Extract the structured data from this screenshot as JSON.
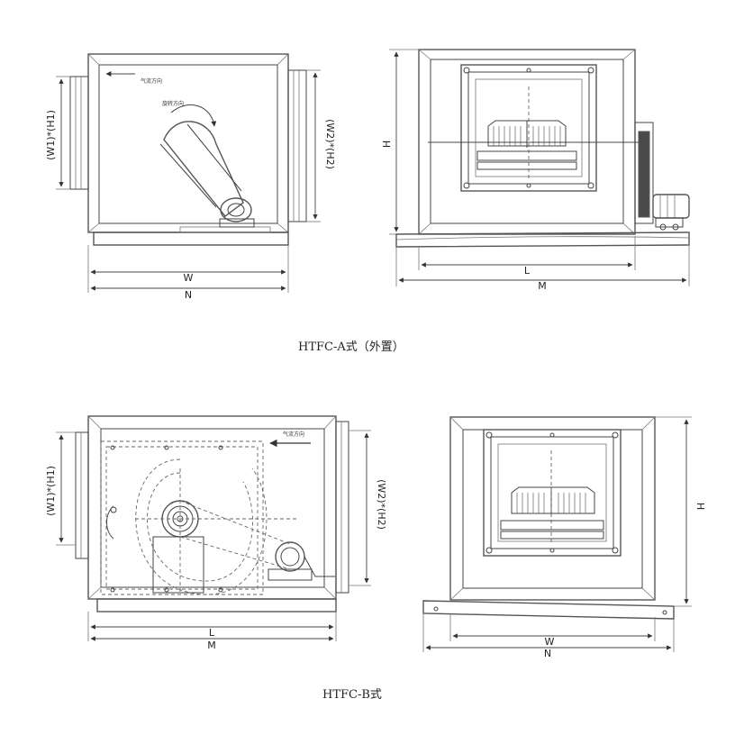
{
  "caption_a": "HTFC-A式（外置）",
  "caption_b": "HTFC-B式",
  "diagram_a_side": {
    "dim_left": "(W1)*(H1)",
    "dim_right": "(W2)*(H2)",
    "dim_bottom_inner": "W",
    "dim_bottom_outer": "N",
    "label_airflow": "气流方向",
    "label_rotation": "旋转方向"
  },
  "diagram_a_front": {
    "dim_height": "H",
    "dim_bottom_inner": "L",
    "dim_bottom_outer": "M"
  },
  "diagram_b_side": {
    "dim_left": "(W1)*(H1)",
    "dim_right": "(W2)*(H2)",
    "dim_bottom_inner": "L",
    "dim_bottom_outer": "M",
    "label_airflow": "气流方向"
  },
  "diagram_b_front": {
    "dim_height": "H",
    "dim_bottom_inner": "W",
    "dim_bottom_outer": "N"
  }
}
